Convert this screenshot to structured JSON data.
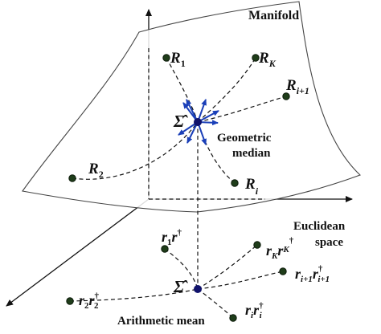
{
  "colors": {
    "point_fill": "#1f3d1a",
    "center_point": "#10126b",
    "tangent_arrows": "#1a3fb8",
    "line": "#111111"
  },
  "labels": {
    "manifold_title": "Manifold",
    "geometric_median_line1": "Geometric",
    "geometric_median_line2": "median",
    "euclidean_line1": "Euclidean",
    "euclidean_line2": "space",
    "arithmetic_mean": "Arithmetic mean"
  },
  "manifold_points": {
    "R1": {
      "base": "R",
      "sub": "1"
    },
    "RK": {
      "base": "R",
      "sub": "K"
    },
    "Ri1": {
      "base": "R",
      "sub": "i+1"
    },
    "R2": {
      "base": "R",
      "sub": "2"
    },
    "Ri": {
      "base": "R",
      "sub": "i"
    },
    "sigma_hat": "Σ̂"
  },
  "euclidean_points": {
    "r1": {
      "base": "r",
      "sub": "1",
      "sup": "†"
    },
    "rK": {
      "base": "r",
      "sub": "K",
      "sup": "†"
    },
    "ri1": {
      "base": "r",
      "sub": "i+1",
      "sup": "†"
    },
    "r2": {
      "base": "r",
      "sub": "2",
      "sup": "†"
    },
    "ri": {
      "base": "r",
      "sub": "i",
      "sup": "†"
    },
    "sigma_hat": "Σ̂"
  }
}
